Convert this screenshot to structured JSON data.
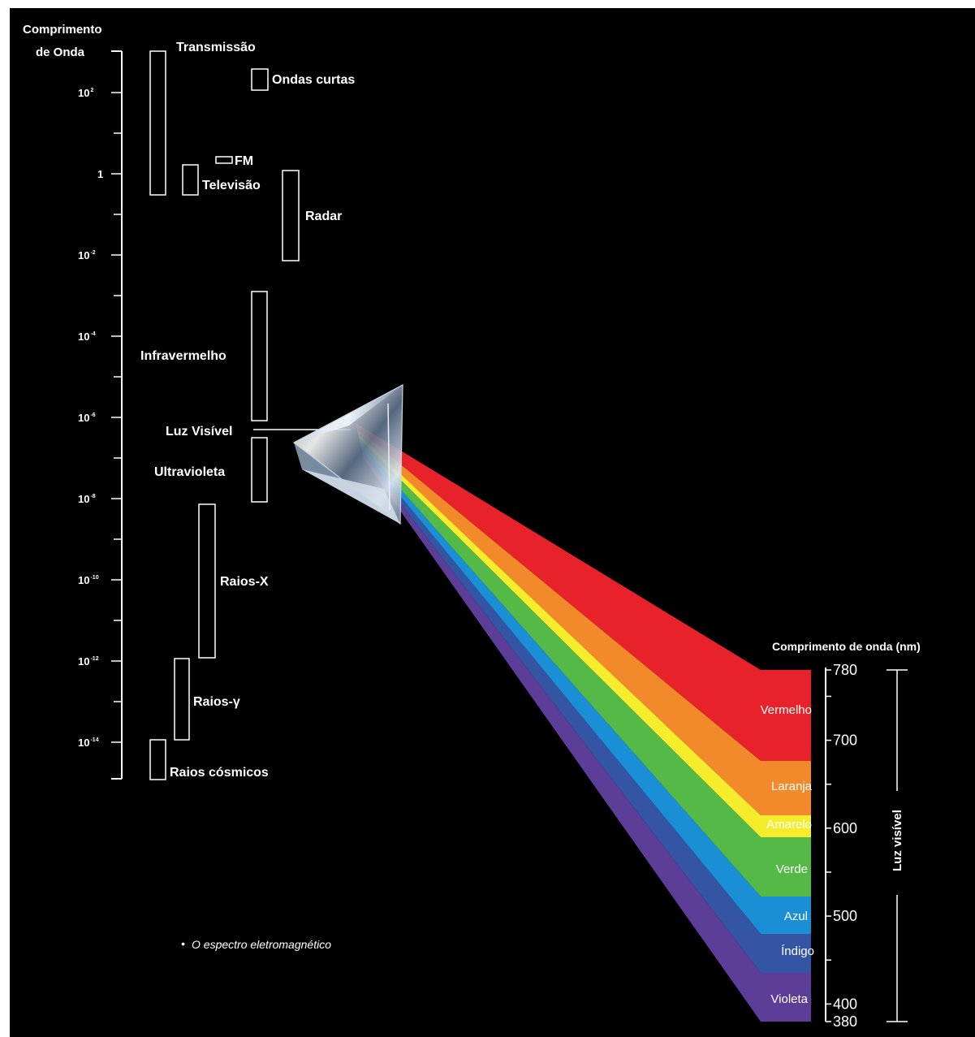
{
  "axis": {
    "title_line1": "Comprimento",
    "title_line2": "de Onda",
    "tick_labels": [
      {
        "base": "10",
        "exp": "2",
        "value": 2
      },
      {
        "base": "1",
        "exp": "",
        "value": 0
      },
      {
        "base": "10",
        "exp": "-2",
        "value": -2
      },
      {
        "base": "10",
        "exp": "-4",
        "value": -4
      },
      {
        "base": "10",
        "exp": "-6",
        "value": -6
      },
      {
        "base": "10",
        "exp": "-8",
        "value": -8
      },
      {
        "base": "10",
        "exp": "-10",
        "value": -10
      },
      {
        "base": "10",
        "exp": "-12",
        "value": -12
      },
      {
        "base": "10",
        "exp": "-14",
        "value": -14
      }
    ]
  },
  "bands": [
    {
      "label": "Transmissão"
    },
    {
      "label": "Ondas curtas"
    },
    {
      "label": "FM"
    },
    {
      "label": "Televisão"
    },
    {
      "label": "Radar"
    },
    {
      "label": "Infravermelho"
    },
    {
      "label": "Luz Visível"
    },
    {
      "label": "Ultravioleta"
    },
    {
      "label": "Raios-X"
    },
    {
      "label": "Raios-γ"
    },
    {
      "label": "Raios cósmicos"
    }
  ],
  "visible_scale": {
    "title": "Comprimento de onda (nm)",
    "ticks": [
      "780",
      "700",
      "600",
      "500",
      "400",
      "380"
    ],
    "side_label": "Luz visível"
  },
  "colors": [
    {
      "name": "Vermelho",
      "hex": "#e8222a"
    },
    {
      "name": "Laranja",
      "hex": "#f28a2c"
    },
    {
      "name": "Amarelo",
      "hex": "#f5ec2c"
    },
    {
      "name": "Verde",
      "hex": "#55b947"
    },
    {
      "name": "Azul",
      "hex": "#1a8fd6"
    },
    {
      "name": "Índigo",
      "hex": "#3455a4"
    },
    {
      "name": "Violeta",
      "hex": "#5c3d98"
    }
  ],
  "caption": {
    "bullet": "•",
    "text": "O espectro eletromagnético"
  }
}
